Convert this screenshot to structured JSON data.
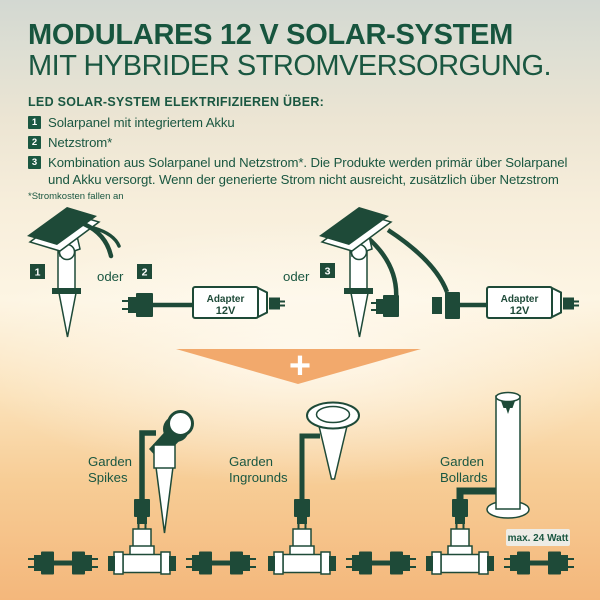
{
  "header": {
    "title": "MODULARES 12 V SOLAR-SYSTEM",
    "subtitle": "MIT HYBRIDER STROMVERSORGUNG.",
    "lead": "LED SOLAR-SYSTEM ELEKTRIFIZIEREN ÜBER:"
  },
  "options": [
    {
      "num": "1",
      "text": "Solarpanel mit integriertem Akku"
    },
    {
      "num": "2",
      "text": "Netzstrom*"
    },
    {
      "num": "3",
      "text": "Kombination aus Solarpanel und Netzstrom*. Die Produkte werden primär über Solarpanel und Akku versorgt. Wenn der generierte Strom nicht ausreicht, zusätzlich über Netzstrom"
    }
  ],
  "footnote": "*Stromkosten fallen an",
  "diagram": {
    "badges": [
      "1",
      "2",
      "3"
    ],
    "or_label": "oder",
    "plus_label": "+",
    "adapter": {
      "line1": "Adapter",
      "line2": "12V"
    },
    "products": [
      {
        "line1": "Garden",
        "line2": "Spikes"
      },
      {
        "line1": "Garden",
        "line2": "Ingrounds"
      },
      {
        "line1": "Garden",
        "line2": "Bollards"
      }
    ],
    "max_watt": "max. 24 Watt"
  },
  "colors": {
    "brand_green": "#1a5741",
    "art_green": "#1e4a38",
    "accent_orange": "#f2a96c",
    "background_top": "#d3d8d2",
    "background_bottom": "#f4b77b",
    "watt_badge_bg": "#edece6"
  }
}
